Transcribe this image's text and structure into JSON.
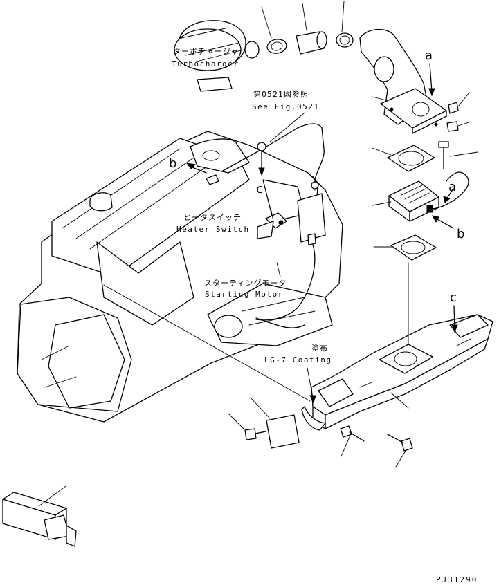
{
  "labels": {
    "turbocharger_jp": "ターボチャージャ",
    "turbocharger_en": "Turbocharger",
    "see_fig_jp": "第0521図参照",
    "see_fig_en": "See Fig.0521",
    "heater_switch_jp": "ヒータスイッチ",
    "heater_switch_en": "Heater Switch",
    "starting_motor_jp": "スターティングモータ",
    "starting_motor_en": "Starting Motor",
    "coating_jp": "塗布",
    "coating_en": "LG-7 Coating"
  },
  "markers": {
    "a_top": "a",
    "a_right": "a",
    "b_left": "b",
    "b_right": "b",
    "c_left": "c",
    "c_right": "c"
  },
  "drawing_code": "PJ31290"
}
